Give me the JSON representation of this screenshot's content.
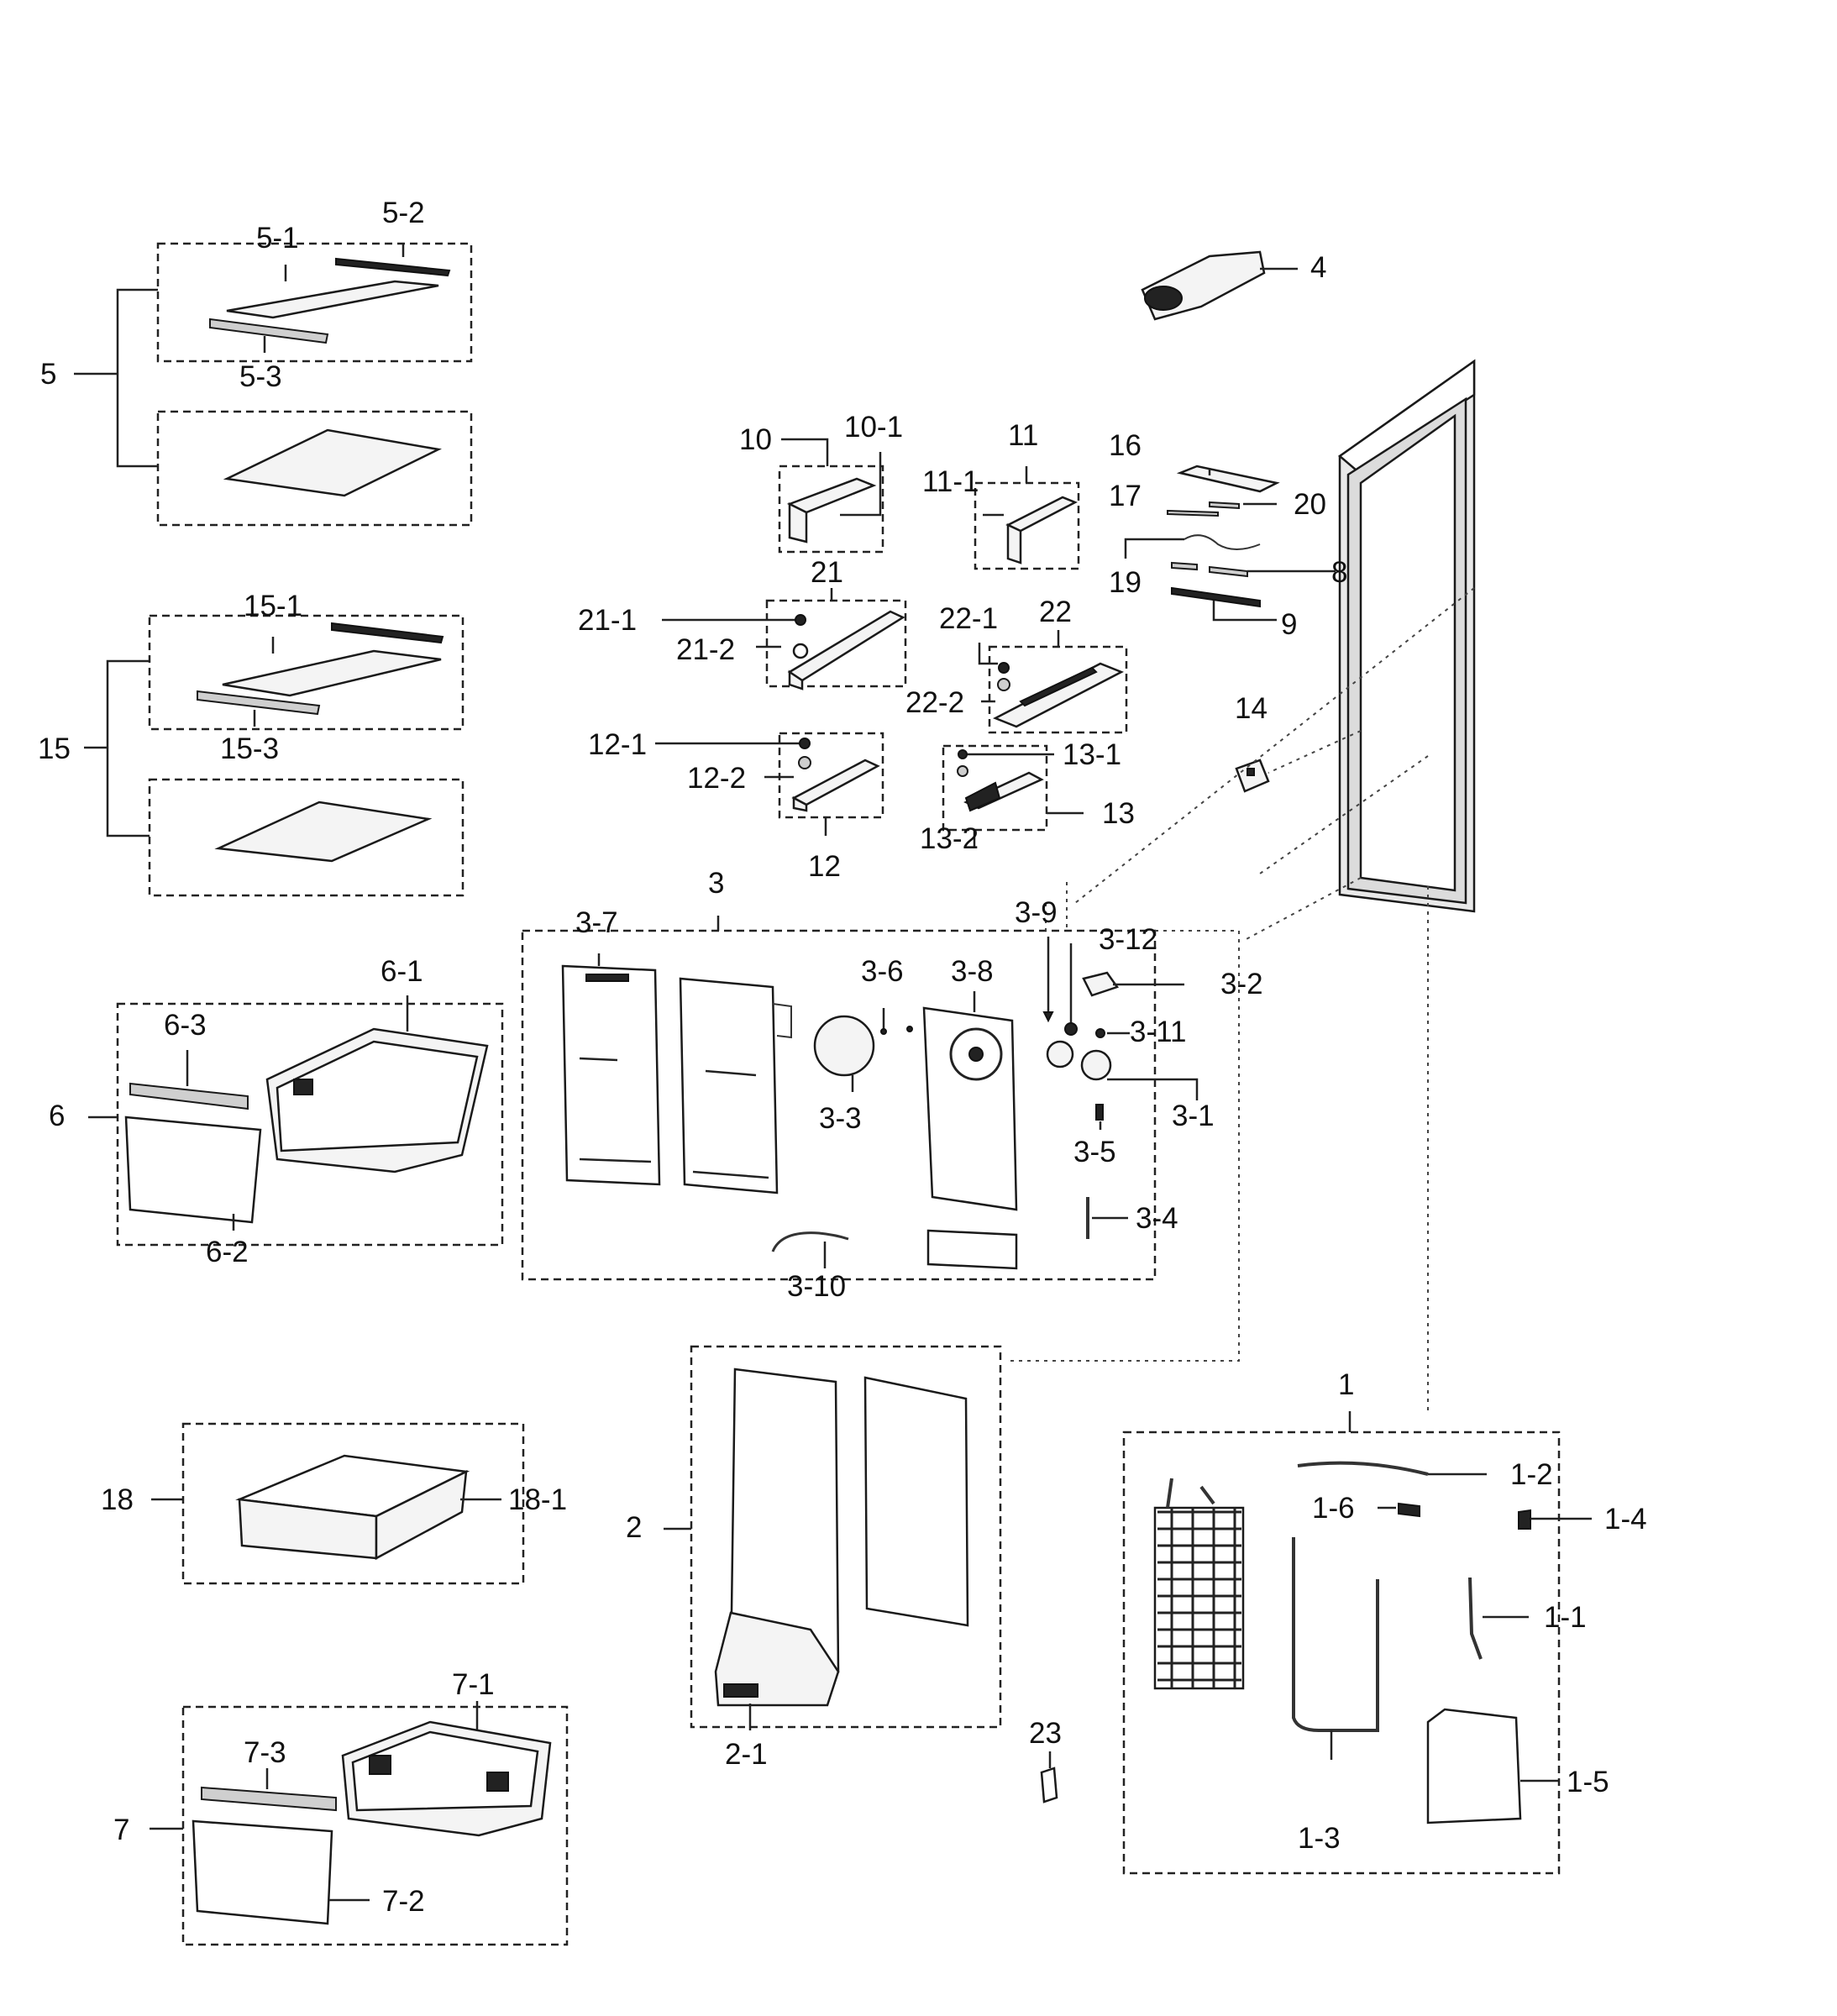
{
  "labels": {
    "l5": "5",
    "l5_1": "5-1",
    "l5_2": "5-2",
    "l5_3": "5-3",
    "l4": "4",
    "l10": "10",
    "l10_1": "10-1",
    "l11": "11",
    "l11_1": "11-1",
    "l16": "16",
    "l17": "17",
    "l20": "20",
    "l19": "19",
    "l8": "8",
    "l9": "9",
    "l21": "21",
    "l21_1": "21-1",
    "l21_2": "21-2",
    "l22": "22",
    "l22_1": "22-1",
    "l22_2": "22-2",
    "l14": "14",
    "l15": "15",
    "l15_1": "15-1",
    "l15_3": "15-3",
    "l12_1": "12-1",
    "l12_2": "12-2",
    "l12": "12",
    "l13_1": "13-1",
    "l13": "13",
    "l13_2": "13-2",
    "l3": "3",
    "l3_7": "3-7",
    "l3_6": "3-6",
    "l3_8": "3-8",
    "l3_9": "3-9",
    "l3_12": "3-12",
    "l3_2": "3-2",
    "l3_11": "3-11",
    "l3_1": "3-1",
    "l3_3": "3-3",
    "l3_5": "3-5",
    "l3_4": "3-4",
    "l3_10": "3-10",
    "l6": "6",
    "l6_1": "6-1",
    "l6_3": "6-3",
    "l6_2": "6-2",
    "l1": "1",
    "l1_2": "1-2",
    "l1_6": "1-6",
    "l1_4": "1-4",
    "l1_1": "1-1",
    "l1_3": "1-3",
    "l1_5": "1-5",
    "l2": "2",
    "l2_1": "2-1",
    "l18": "18",
    "l18_1": "18-1",
    "l23": "23",
    "l7": "7",
    "l7_1": "7-1",
    "l7_3": "7-3",
    "l7_2": "7-2"
  }
}
